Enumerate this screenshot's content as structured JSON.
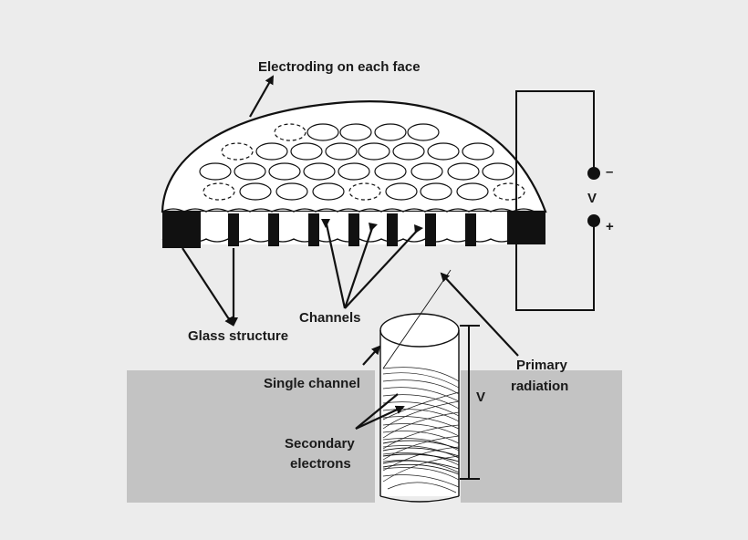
{
  "labels": {
    "electroding": "Electroding on each face",
    "glass_structure": "Glass structure",
    "channels": "Channels",
    "single_channel": "Single channel",
    "secondary_line1": "Secondary",
    "secondary_line2": "electrons",
    "primary_line1": "Primary",
    "primary_line2": "radiation",
    "voltage_gap": "V",
    "voltage_circuit": "V",
    "minus": "–",
    "plus": "+"
  },
  "colors": {
    "background": "#ececec",
    "gray_block": "#c3c3c3",
    "ink": "#111111"
  }
}
